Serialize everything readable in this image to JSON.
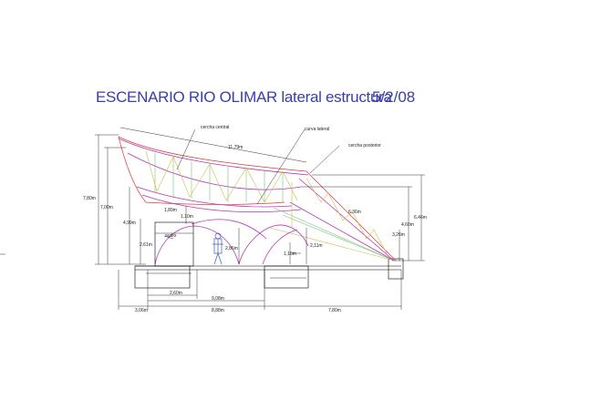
{
  "title": "ESCENARIO RIO OLIMAR lateral estructura",
  "date": "5/2/08",
  "labels": {
    "cercha_central": "cercha central",
    "curva_lateral": "curva lateral",
    "cercha_posterior": "cercha posterior",
    "audio": "audio"
  },
  "dimensions": {
    "d_11_79": "11,79m",
    "d_7_80": "7,80m",
    "d_7_00": "7,00m",
    "d_4_99": "4,99m",
    "d_2_61": "2,61m",
    "d_1_89": "1,89m",
    "d_1_10_top": "1,10m",
    "d_2_86": "2,86m",
    "d_2_11": "2,11m",
    "d_1_10_bot": "1,10m",
    "d_6_36": "6,36m",
    "d_4_60": "4,60m",
    "d_6_46": "6,46m",
    "d_3_26": "3,26m",
    "d_2_60": "2,60m",
    "d_9_08": "9,08m",
    "d_3_06": "3,06m",
    "d_8_88": "8,88m",
    "d_7_80_bot": "7,80m"
  }
}
